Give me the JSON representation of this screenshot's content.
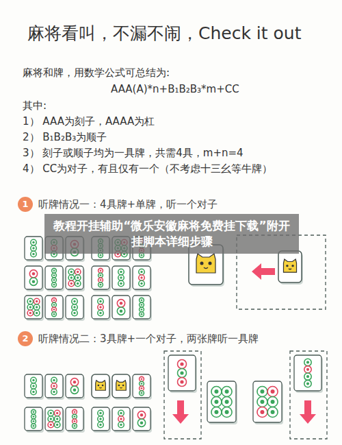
{
  "diagram": {
    "title": "麻将看叫，不漏不闹，Check it out",
    "nodes": [
      {
        "text": [
          "1",
          "听牌情况一：4具牌+单牌，听一个对子"
        ]
      },
      {
        "text": [
          "教程开挂辅助“微乐安徽麻将免费挂下载”附开挂脚本详细步骤"
        ]
      },
      {
        "text": [
          "2",
          "听牌情况二：3具牌+一个对子，两张牌听一具牌"
        ]
      }
    ],
    "labels": [
      "麻将和牌，用数学公式可总结为:",
      "AAA(A)*n+B₁B₂B₃*m+CC",
      "其中:",
      "1） AAA为刻子，AAAA为杠",
      "2） B₁B₂B₃为顺子",
      "3） 刻子或顺子均为一具牌，共需4具，m+n=4",
      "4） CC为对子，有且仅有一个（不考虑十三幺等牛牌）"
    ]
  }
}
